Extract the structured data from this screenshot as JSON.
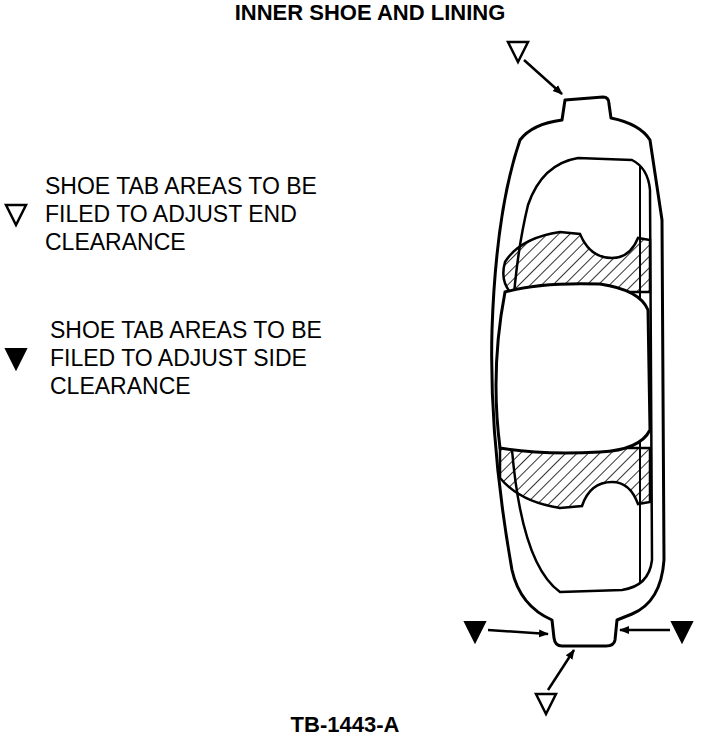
{
  "diagram": {
    "title": "INNER SHOE AND LINING",
    "caption": "TB-1443-A",
    "legend": [
      {
        "text": "SHOE TAB AREAS TO BE FILED TO ADJUST END CLEARANCE"
      },
      {
        "text": "SHOE TAB AREAS TO BE FILED TO ADJUST SIDE CLEARANCE"
      }
    ]
  }
}
